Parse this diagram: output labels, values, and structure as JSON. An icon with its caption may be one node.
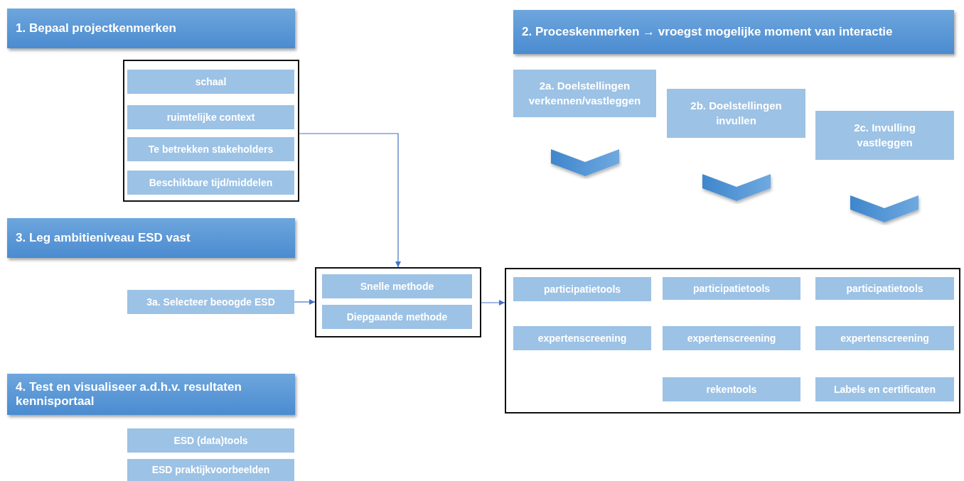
{
  "diagram": {
    "nodes": [
      {
        "text": [
          "1. Bepaal projectkenmerken"
        ]
      },
      {
        "text": [],
        "shape": "box"
      },
      {
        "text": [
          "schaal"
        ],
        "in": 1
      },
      {
        "text": [
          "ruimtelijke context"
        ],
        "in": 1
      },
      {
        "text": [
          "Te betrekken stakeholders"
        ],
        "in": 1
      },
      {
        "text": [
          "Beschikbare tijd/middelen"
        ],
        "in": 1
      },
      {
        "text": [
          "2. Proceskenmerken → vroegst mogelijke moment van interactie"
        ]
      },
      {
        "text": [
          "2a. Doelstellingen verkennen/vastleggen"
        ]
      },
      {
        "text": [
          "2b. Doelstellingen invullen"
        ]
      },
      {
        "text": [
          "2c. Invulling vastleggen"
        ]
      },
      {
        "text": [
          "3. Leg ambitieniveau ESD vast"
        ]
      },
      {
        "text": [
          "3a. Selecteer beoogde ESD"
        ]
      },
      {
        "text": [],
        "shape": "box"
      },
      {
        "text": [
          "Snelle methode"
        ],
        "in": 12
      },
      {
        "text": [
          "Diepgaande methode"
        ],
        "in": 12
      },
      {
        "text": [],
        "shape": "box"
      },
      {
        "text": [
          "participatietools"
        ],
        "in": 15
      },
      {
        "text": [
          "expertenscreening"
        ],
        "in": 15
      },
      {
        "text": [
          "participatietools"
        ],
        "in": 15
      },
      {
        "text": [
          "expertenscreening"
        ],
        "in": 15
      },
      {
        "text": [
          "rekentools"
        ],
        "in": 15
      },
      {
        "text": [
          "participatietools"
        ],
        "in": 15
      },
      {
        "text": [
          "expertenscreening"
        ],
        "in": 15
      },
      {
        "text": [
          "Labels en certificaten"
        ],
        "in": 15
      },
      {
        "text": [
          "4. Test en visualiseer a.d.h.v. resultaten kennisportaal"
        ]
      },
      {
        "text": [
          "ESD (data)tools"
        ]
      },
      {
        "text": [
          "ESD praktijkvoorbeelden"
        ]
      }
    ],
    "edges": [
      {
        "from": 1,
        "to": 12,
        "arrow": "to"
      },
      {
        "from": 11,
        "to": 12,
        "arrow": "to"
      },
      {
        "from": 12,
        "to": 15,
        "arrow": "to"
      }
    ]
  }
}
